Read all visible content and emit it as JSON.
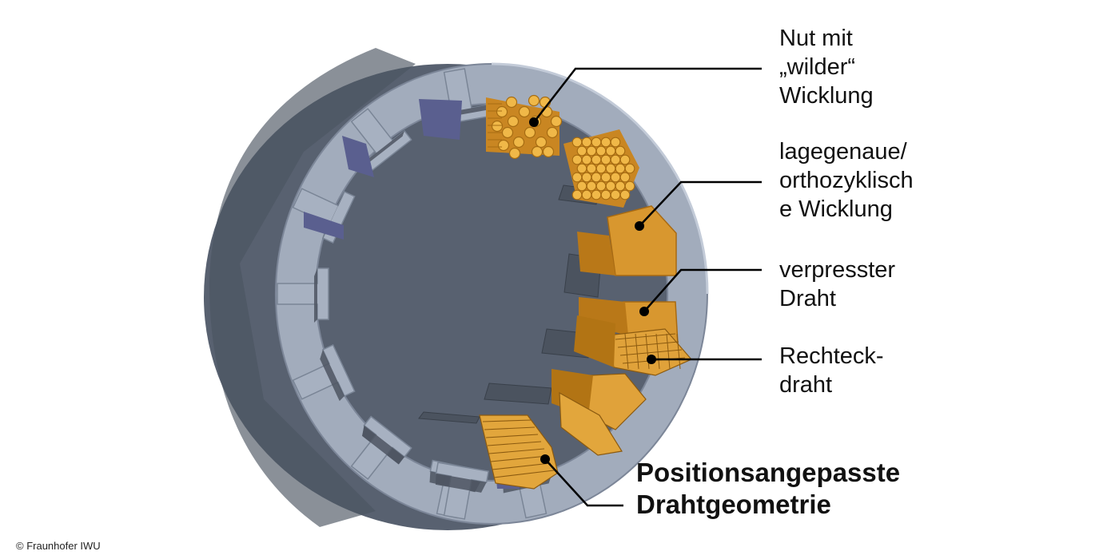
{
  "labels": {
    "wild_winding": [
      "Nut mit",
      "„wilder“",
      "Wicklung"
    ],
    "orthocyclic_winding": [
      "lagegenaue/",
      "orthozyklisch",
      "e Wicklung"
    ],
    "pressed_wire": [
      "verpresster",
      "Draht"
    ],
    "rectangular_wire": [
      "Rechteck-",
      "draht"
    ],
    "position_adapted": [
      "Positionsangepasste",
      "Drahtgeometrie"
    ]
  },
  "copyright": "© Fraunhofer IWU",
  "colors": {
    "stator_front": "#9fa9b9",
    "stator_outer": "#5c6573",
    "tooth_side": "#4a525f",
    "slot_insulation": "#5b6190",
    "copper": "#e3a33a",
    "copper_dark": "#b87618",
    "leader_line": "#000000"
  }
}
